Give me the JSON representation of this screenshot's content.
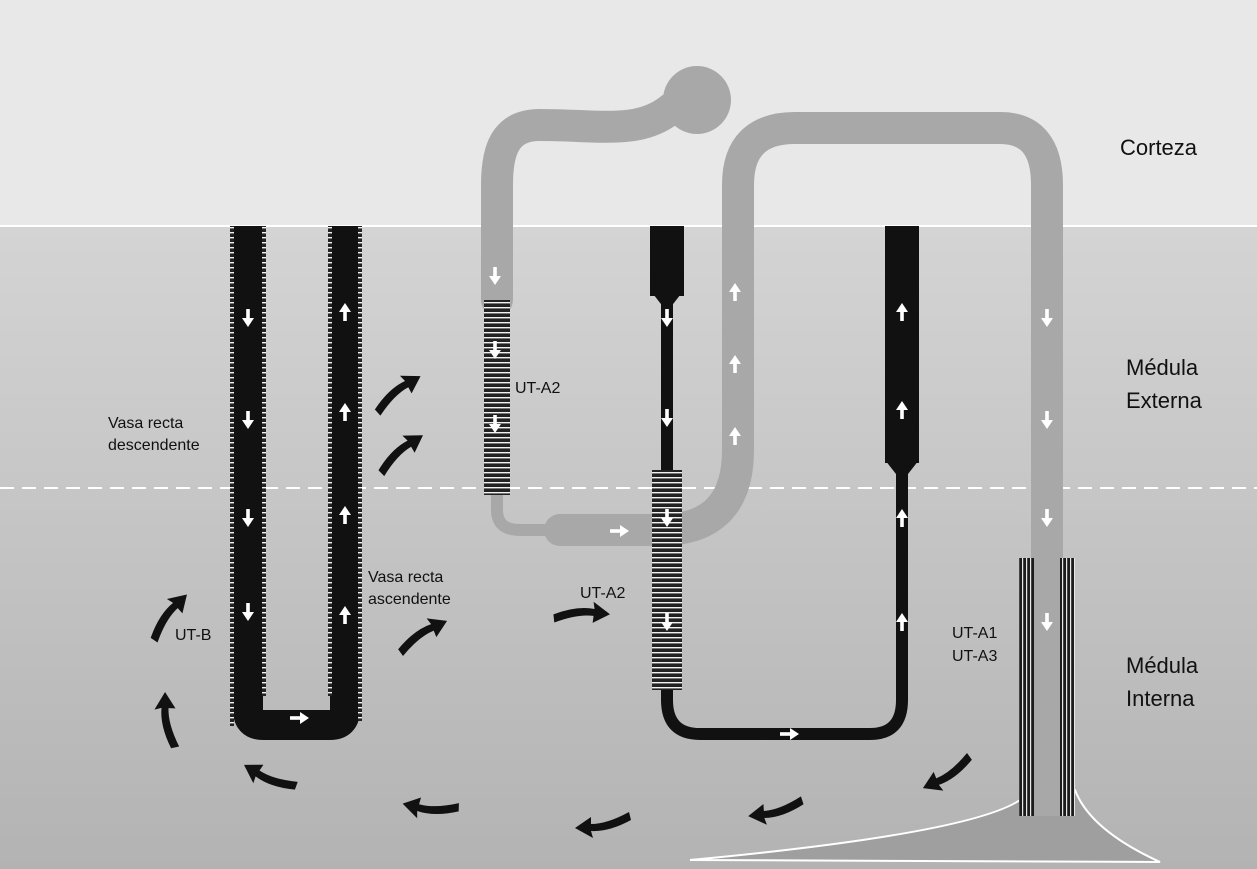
{
  "zones": {
    "cortex": "Corteza",
    "outer_medulla_1": "Médula",
    "outer_medulla_2": "Externa",
    "inner_medulla_1": "Médula",
    "inner_medulla_2": "Interna"
  },
  "labels": {
    "vasa_descending_1": "Vasa recta",
    "vasa_descending_2": "descendente",
    "vasa_ascending_1": "Vasa recta",
    "vasa_ascending_2": "ascendente",
    "ut_b": "UT-B",
    "ut_a2_upper": "UT-A2",
    "ut_a2_lower": "UT-A2",
    "ut_a1": "UT-A1",
    "ut_a3": "UT-A3"
  },
  "colors": {
    "cortex_bg": "#e9e9e9",
    "medulla_top": "#d2d2d2",
    "medulla_bottom": "#b4b4b4",
    "tubule_gray": "#a8a8a8",
    "vessel_black": "#111111",
    "arrow_white": "#ffffff"
  }
}
